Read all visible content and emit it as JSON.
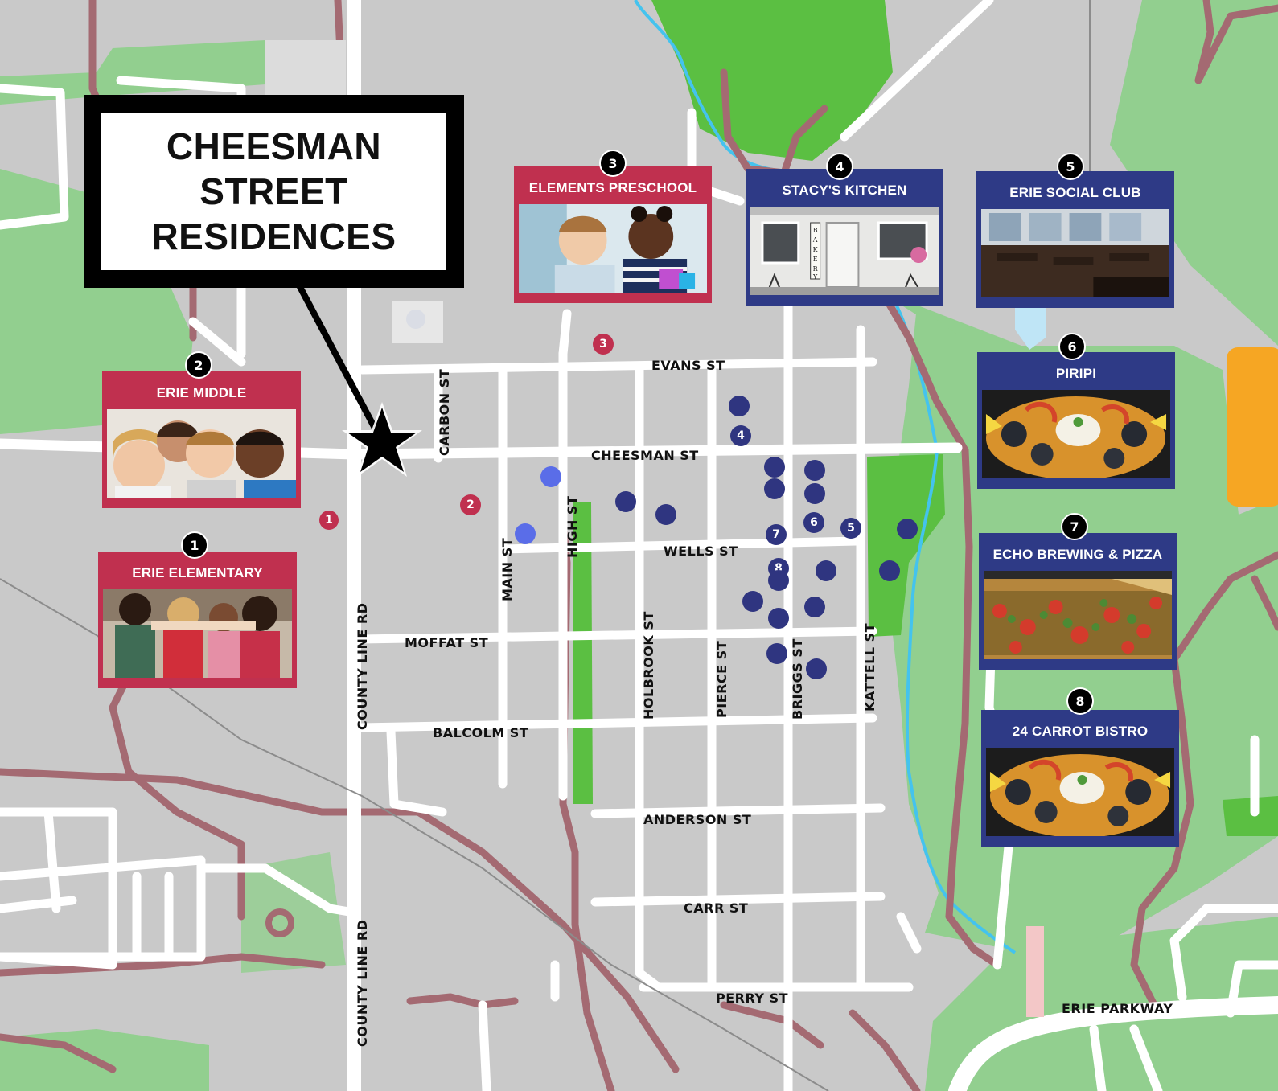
{
  "title": {
    "line1": "CHEESMAN STREET",
    "line2": "RESIDENCES"
  },
  "streets": {
    "evans": "EVANS ST",
    "cheesman": "CHEESMAN ST",
    "wells": "WELLS ST",
    "moffat": "MOFFAT ST",
    "balcolm": "BALCOLM ST",
    "anderson": "ANDERSON ST",
    "carr": "CARR ST",
    "perry": "PERRY ST",
    "erie_parkway": "ERIE PARKWAY",
    "carbon": "CARBON ST",
    "main": "MAIN ST",
    "high": "HIGH ST",
    "holbrook": "HOLBROOK ST",
    "pierce": "PIERCE ST",
    "briggs": "BRIGGS ST",
    "kattell": "KATTELL ST",
    "county_line_1": "COUNTY LINE RD",
    "county_line_2": "COUNTY LINE RD"
  },
  "schools": [
    {
      "number": "1",
      "name": "ERIE ELEMENTARY",
      "color": "#c0304f"
    },
    {
      "number": "2",
      "name": "ERIE MIDDLE",
      "color": "#c0304f"
    },
    {
      "number": "3",
      "name": "ELEMENTS PRESCHOOL",
      "color": "#c0304f"
    }
  ],
  "places": [
    {
      "number": "4",
      "name": "STACY'S KITCHEN",
      "color": "#2e3a86"
    },
    {
      "number": "5",
      "name": "ERIE SOCIAL CLUB",
      "color": "#2e3a86"
    },
    {
      "number": "6",
      "name": "PIRIPI",
      "color": "#2e3a86"
    },
    {
      "number": "7",
      "name": "ECHO BREWING & PIZZA",
      "color": "#2e3a86"
    },
    {
      "number": "8",
      "name": "24 CARROT BISTRO",
      "color": "#2e3a86"
    }
  ],
  "bakery_sign": "BAKERY",
  "colors": {
    "map_background": "#c9c9c9",
    "park_light": "#92cf8f",
    "park_bright": "#5bbf42",
    "road": "#ffffff",
    "trail": "#a46a72",
    "creek": "#44c3ee",
    "school_accent": "#c0304f",
    "restaurant_accent": "#2e3a86"
  }
}
